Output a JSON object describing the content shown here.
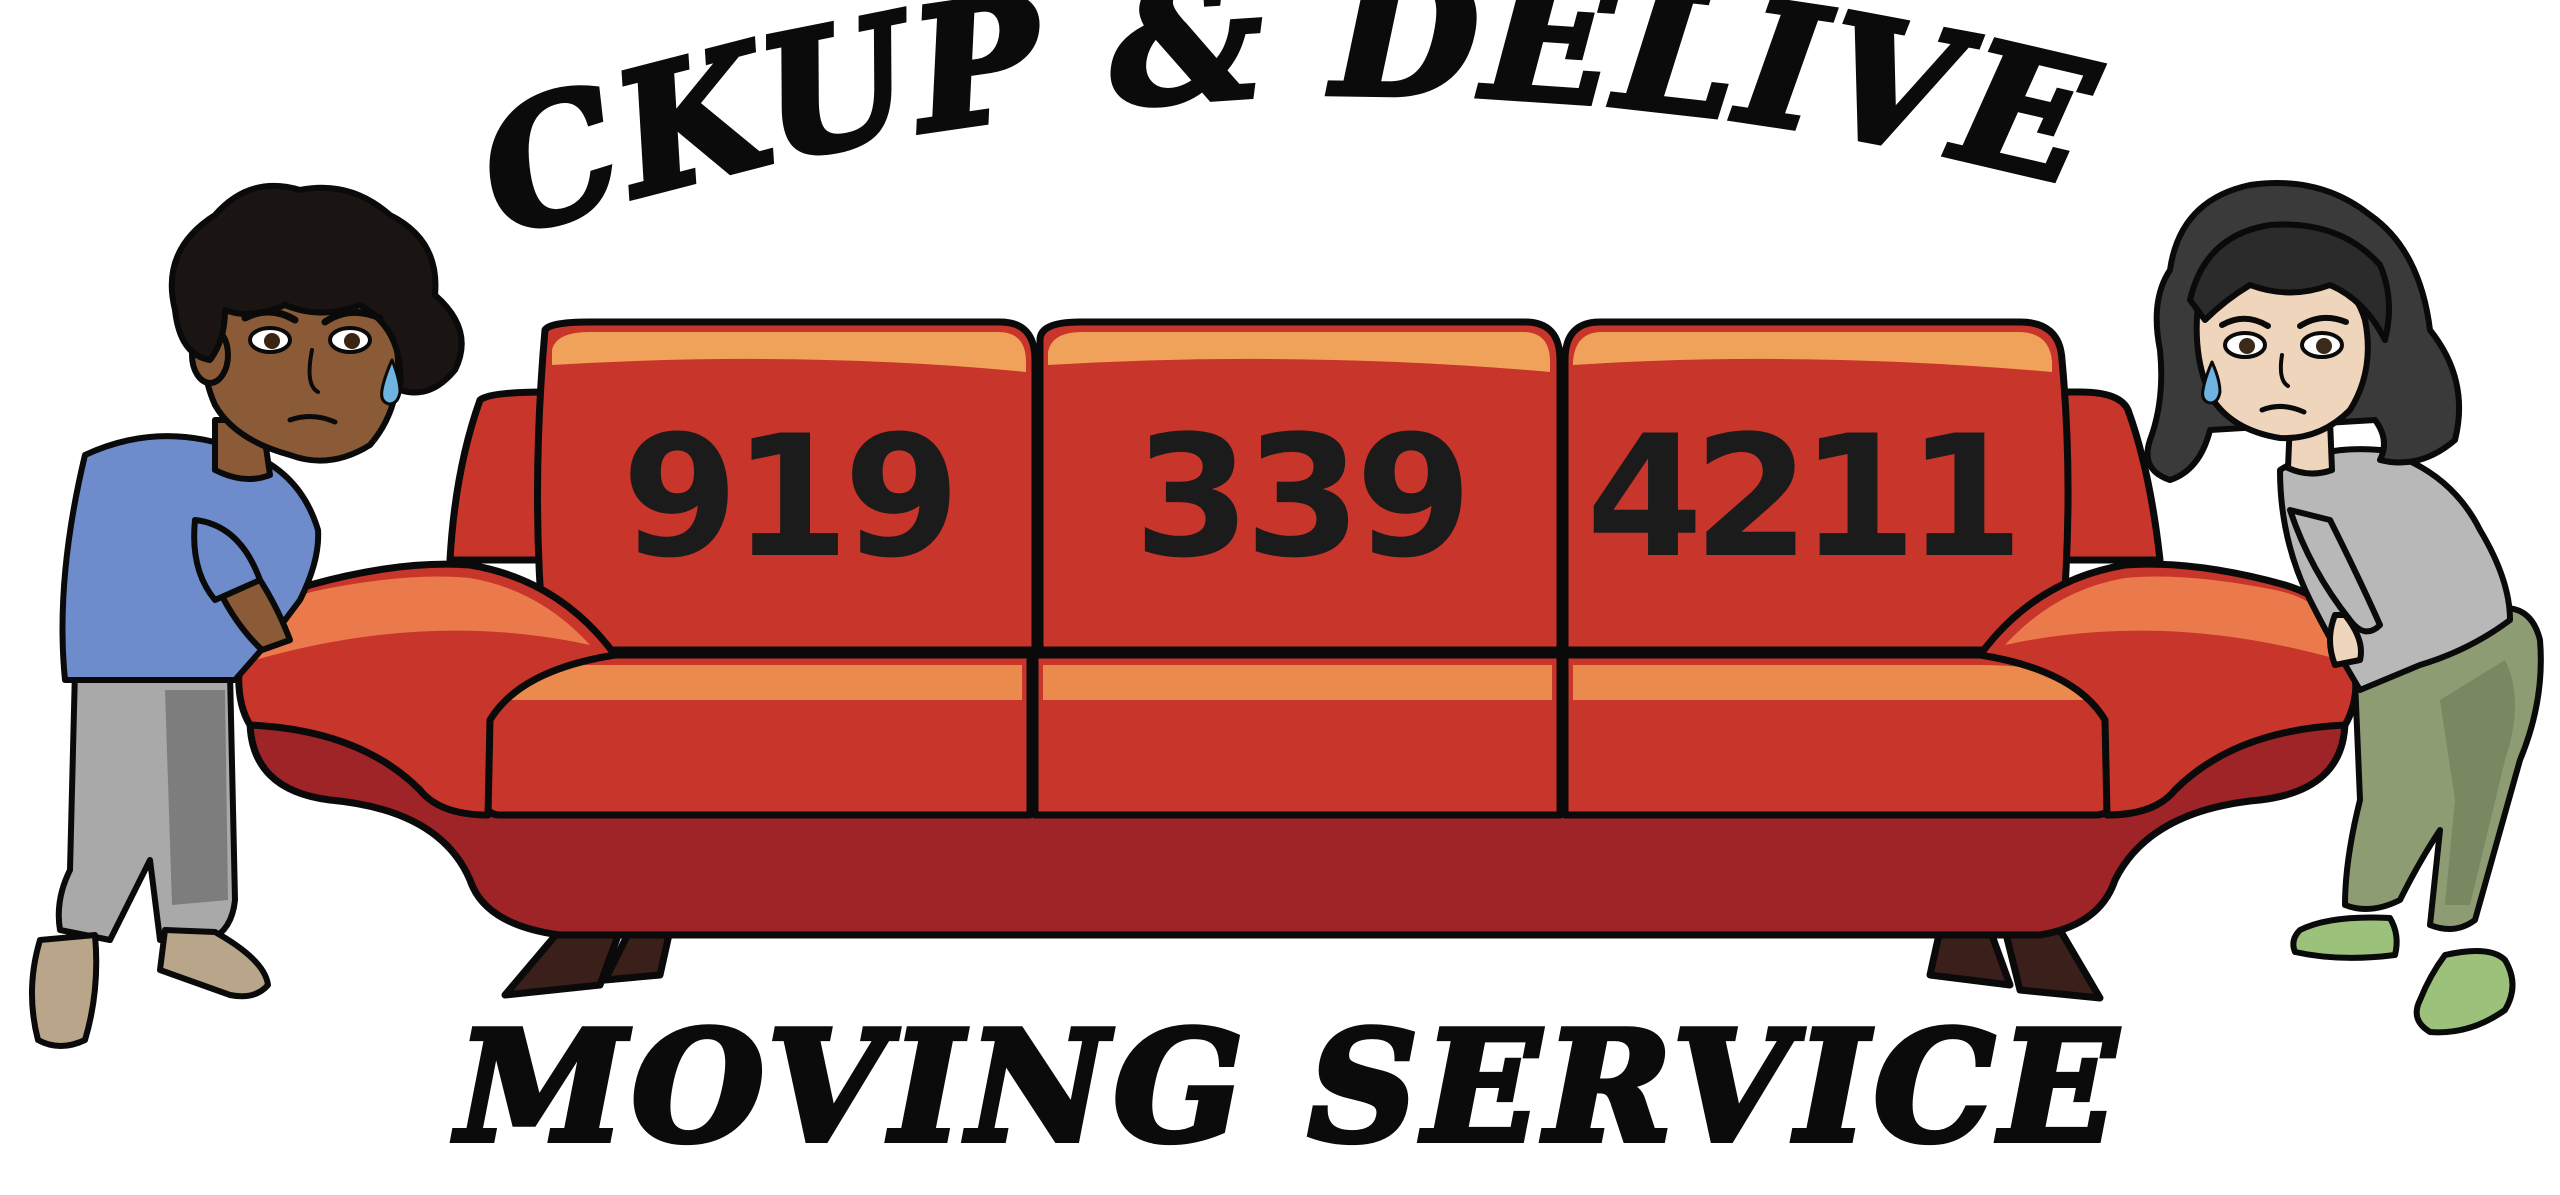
{
  "headline_top": "PICKUP & DELIVERY",
  "headline_bottom": "MOVING SERVICE",
  "phone": {
    "part1": "919",
    "part2": "339",
    "part3": "4211"
  },
  "colors": {
    "sofa_red": "#c8352b",
    "sofa_dark": "#9e2427",
    "sofa_orange": "#ea7a4c",
    "sofa_highlight": "#f0a25a",
    "text": "#0b0b0b",
    "man_shirt": "#6e8ccb",
    "man_skin": "#8b5a36",
    "man_pants": "#a9a9a9",
    "woman_shirt": "#b8b8b8",
    "woman_skin": "#f0d5bd",
    "woman_pants": "#8e9c74",
    "woman_shoes": "#9bc17a"
  }
}
